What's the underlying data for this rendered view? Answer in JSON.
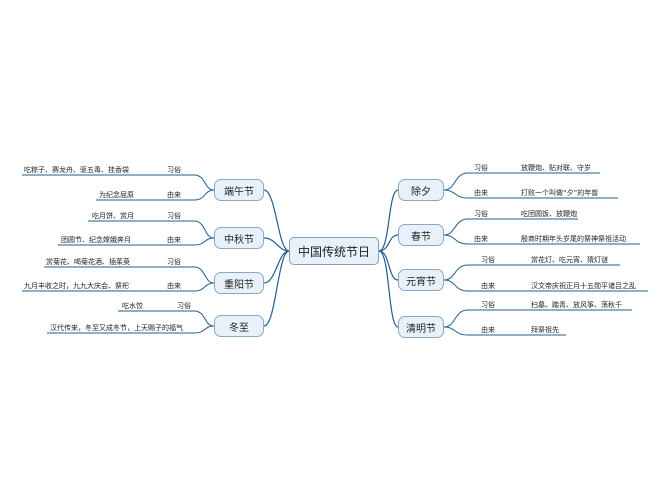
{
  "center": "中国传统节日",
  "colors": {
    "line": "#1f5f8f",
    "node_fill": "#e8f1fa",
    "node_border": "#8aa7c3"
  },
  "topics": [
    {
      "name": "端午节",
      "side": "left",
      "rows": [
        {
          "key": "习俗",
          "value": "吃粽子、赛龙舟、驱五毒、挂香袋"
        },
        {
          "key": "由来",
          "value": "为纪念屈原"
        }
      ]
    },
    {
      "name": "中秋节",
      "side": "left",
      "rows": [
        {
          "key": "习俗",
          "value": "吃月饼、赏月"
        },
        {
          "key": "由来",
          "value": "团圆节、纪念嫦娥奔月"
        }
      ]
    },
    {
      "name": "重阳节",
      "side": "left",
      "rows": [
        {
          "key": "习俗",
          "value": "赏菊花、喝菊花酒、插茱萸"
        },
        {
          "key": "由来",
          "value": "九月丰收之时，九九大庆会、祭祀"
        }
      ]
    },
    {
      "name": "冬至",
      "side": "left",
      "rows": [
        {
          "key": "习俗",
          "value": "吃水饺"
        },
        {
          "key": "",
          "value": "汉代传来，冬至又成冬节，上天赐子的福气"
        }
      ]
    },
    {
      "name": "除夕",
      "side": "right",
      "rows": [
        {
          "key": "习俗",
          "value": "放鞭炮、贴对联、守岁"
        },
        {
          "key": "由来",
          "value": "打败一个叫做“夕”的年兽"
        }
      ]
    },
    {
      "name": "春节",
      "side": "right",
      "rows": [
        {
          "key": "习俗",
          "value": "吃团圆饭、放鞭炮"
        },
        {
          "key": "由来",
          "value": "殷商时期年头岁尾的祭神祭祖活动"
        }
      ]
    },
    {
      "name": "元宵节",
      "side": "right",
      "rows": [
        {
          "key": "习俗",
          "value": "赏花灯、吃元宵、猜灯谜"
        },
        {
          "key": "由来",
          "value": "汉文帝庆祝正月十五勋平诸吕之乱"
        }
      ]
    },
    {
      "name": "清明节",
      "side": "right",
      "rows": [
        {
          "key": "习俗",
          "value": "扫墓、踏青、放风筝、荡秋千"
        },
        {
          "key": "由来",
          "value": "拜祭祖先"
        }
      ]
    }
  ]
}
